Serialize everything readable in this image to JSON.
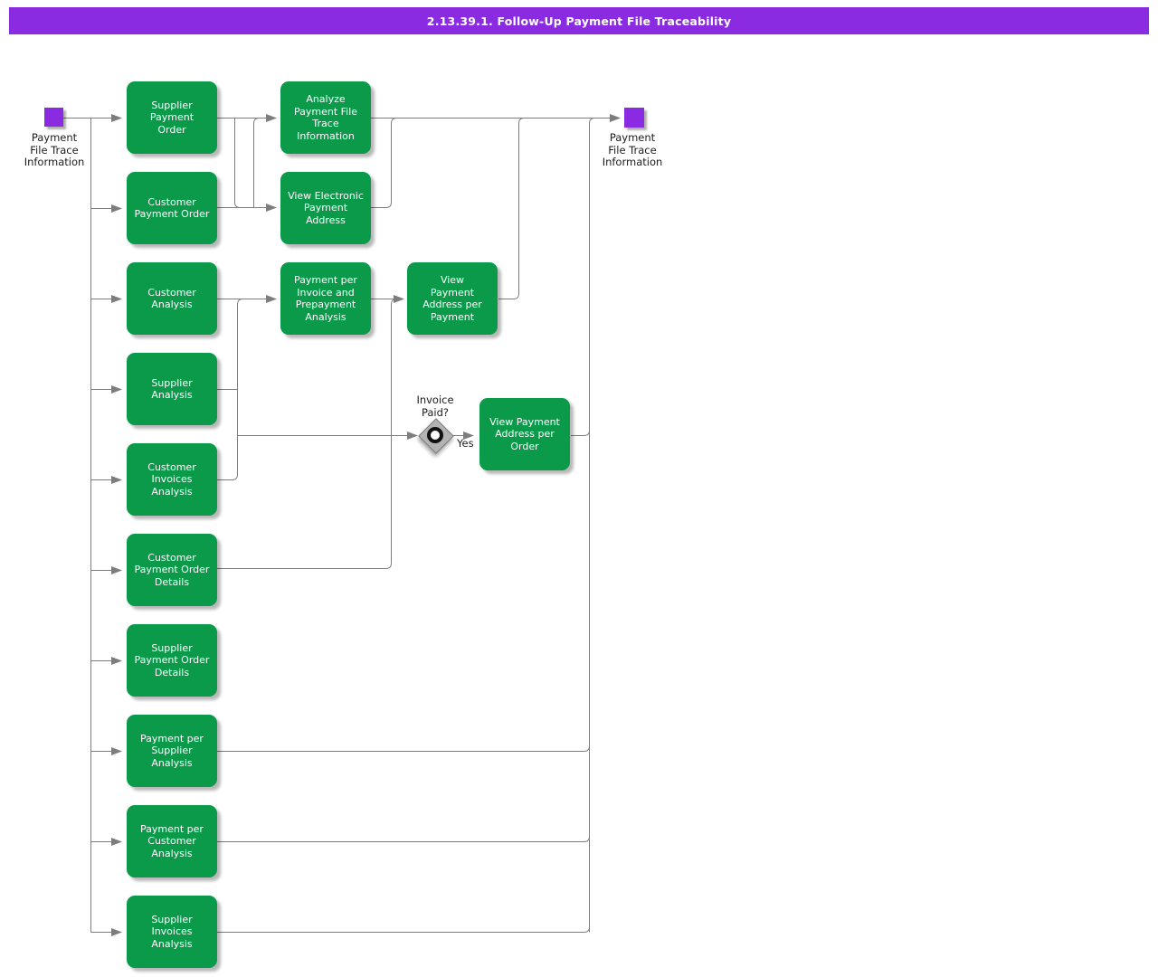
{
  "header": {
    "title": "2.13.39.1. Follow-Up Payment File Traceability"
  },
  "colors": {
    "activity": "#0a9a4a",
    "event": "#8a2be2",
    "header_bg": "#8a2be2",
    "line": "#7d7d7d",
    "decision_fill": "#b3b3b3",
    "label_color": "#1c1c1c"
  },
  "events": {
    "start": {
      "label": "Payment\nFile Trace\nInformation"
    },
    "end": {
      "label": "Payment\nFile Trace\nInformation"
    }
  },
  "activities": [
    {
      "label": "Supplier\nPayment\nOrder"
    },
    {
      "label": "Customer\nPayment Order"
    },
    {
      "label": "Customer\nAnalysis"
    },
    {
      "label": "Supplier\nAnalysis"
    },
    {
      "label": "Customer\nInvoices\nAnalysis"
    },
    {
      "label": "Customer\nPayment Order\nDetails"
    },
    {
      "label": "Supplier\nPayment Order\nDetails"
    },
    {
      "label": "Payment per\nSupplier\nAnalysis"
    },
    {
      "label": "Payment per\nCustomer\nAnalysis"
    },
    {
      "label": "Supplier\nInvoices\nAnalysis"
    },
    {
      "label": "Analyze\nPayment File\nTrace\nInformation"
    },
    {
      "label": "View Electronic\nPayment\nAddress"
    },
    {
      "label": "Payment per\nInvoice and\nPrepayment\nAnalysis"
    },
    {
      "label": "View\nPayment\nAddress per\nPayment"
    },
    {
      "label": "View Payment\nAddress per\nOrder"
    }
  ],
  "decision": {
    "label": "Invoice\nPaid?",
    "yes_label": "Yes"
  }
}
